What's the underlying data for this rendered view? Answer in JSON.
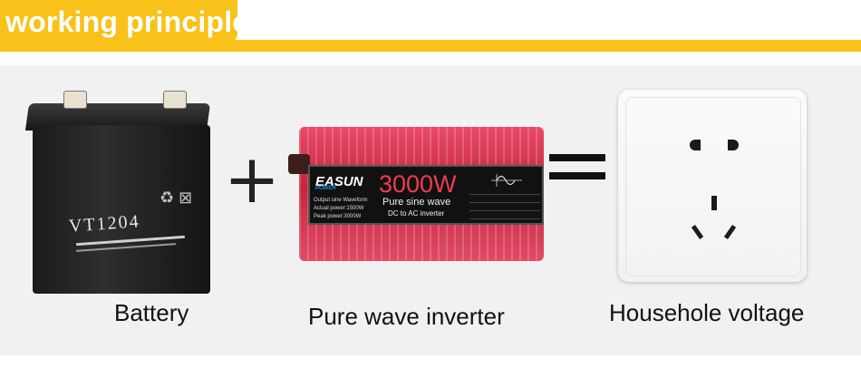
{
  "header": {
    "title": "working principle",
    "accent_color": "#f8c21b"
  },
  "items": [
    {
      "caption": "Battery",
      "battery_label": "VT1204"
    },
    {
      "caption": "Pure wave inverter",
      "brand": "EASUN",
      "brand_sub": "POWER",
      "power": "3000W",
      "wave": "Pure sine wave",
      "conversion": "DC to AC inverter",
      "specs": [
        "Output sine Waveform",
        "Actual power:1500W",
        "Peak power:3000W"
      ]
    },
    {
      "caption": "Househole voltage"
    }
  ],
  "symbols": {
    "plus": "+",
    "equals": "="
  },
  "colors": {
    "inverter": "#d63250",
    "battery": "#1d1d1d",
    "socket": "#f6f6f6"
  }
}
